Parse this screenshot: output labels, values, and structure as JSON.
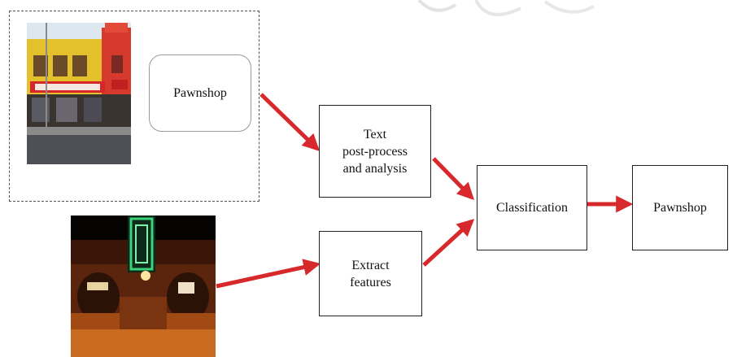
{
  "colors": {
    "arrow": "#d7282b",
    "box_border": "#222222",
    "rounded_box_border": "#9a9a9a",
    "dashed_border": "#555555"
  },
  "nodes": {
    "ocr_result": "Pawnshop",
    "text_postprocess": "Text\npost-process\nand analysis",
    "extract_features": "Extract\nfeatures",
    "classification": "Classification",
    "output": "Pawnshop"
  },
  "images": {
    "top_photo": "daytime-storefront-photo",
    "bottom_photo": "night-storefront-photo"
  },
  "watermark": "watermark-logo"
}
